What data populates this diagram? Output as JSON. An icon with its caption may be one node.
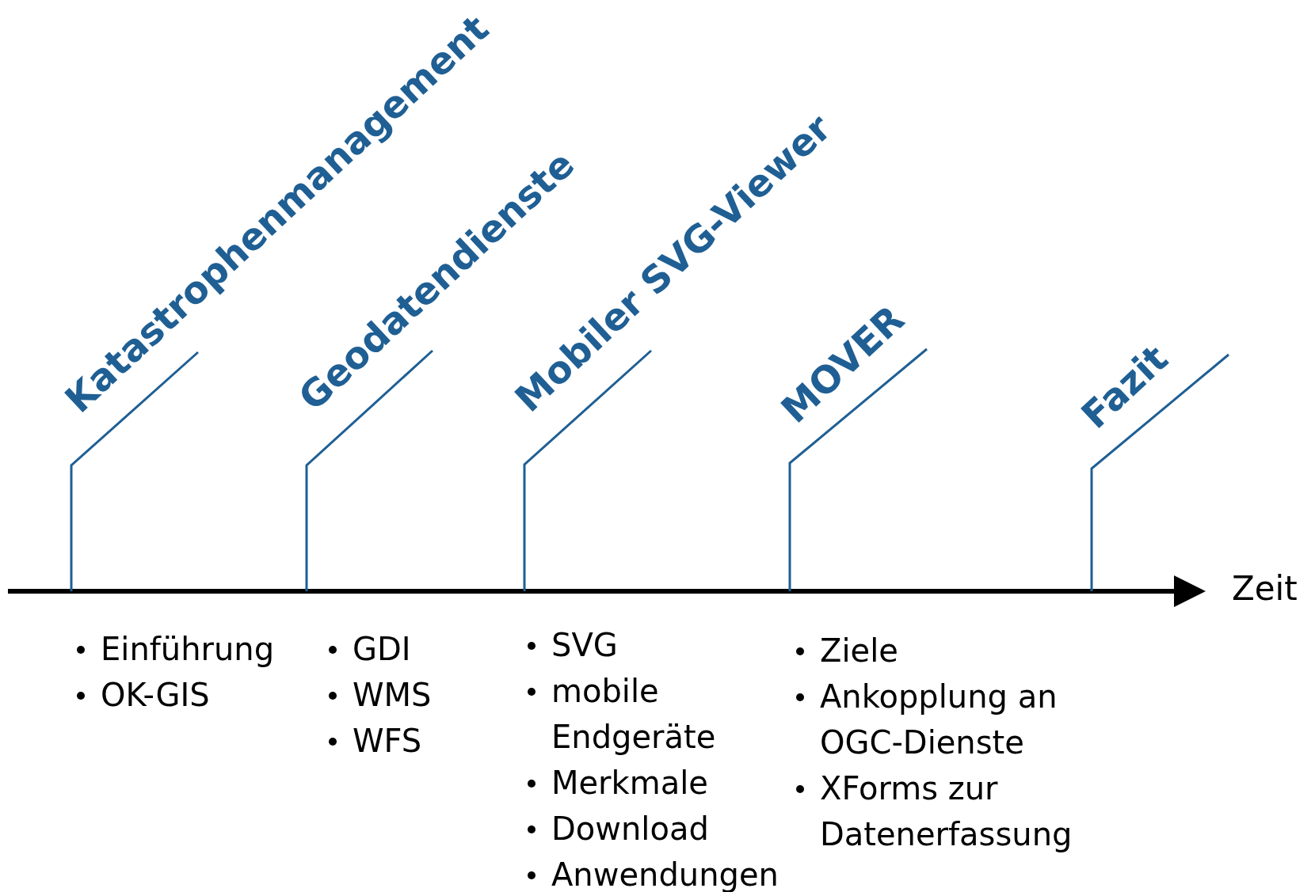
{
  "diagram": {
    "nodes": [
      {
        "text": [
          "Katastrophenmanagement"
        ],
        "beside": [
          "Einführung",
          "OK-GIS"
        ]
      },
      {
        "text": [
          "Geodatendienste"
        ],
        "beside": [
          "GDI",
          "WMS",
          "WFS"
        ]
      },
      {
        "text": [
          "Mobiler SVG-Viewer"
        ],
        "beside": [
          "SVG",
          "mobile Endgeräte",
          "Merkmale",
          "Download",
          "Anwendungen"
        ]
      },
      {
        "text": [
          "MOVER"
        ],
        "beside": [
          "Ziele",
          "Ankopplung an OGC-Dienste",
          "XForms zur Datenerfassung"
        ]
      },
      {
        "text": [
          "Fazit"
        ]
      }
    ],
    "edges": [
      {
        "from": 0,
        "to": null,
        "arrow": "none"
      },
      {
        "from": 1,
        "to": null,
        "arrow": "none"
      },
      {
        "from": 2,
        "to": null,
        "arrow": "none"
      },
      {
        "from": 3,
        "to": null,
        "arrow": "none"
      },
      {
        "from": 4,
        "to": null,
        "arrow": "none"
      }
    ],
    "labels": [
      "Zeit"
    ]
  }
}
